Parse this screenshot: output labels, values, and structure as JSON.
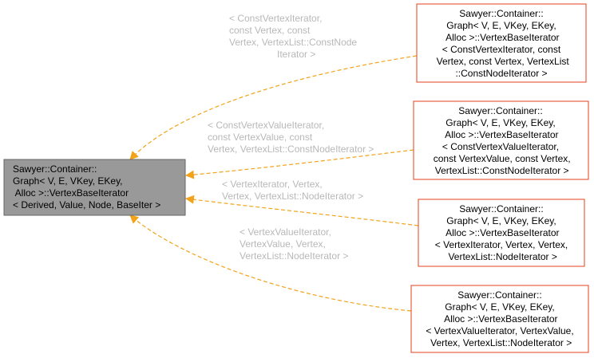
{
  "colors": {
    "base_fill": "#999999",
    "base_stroke": "#666666",
    "child_stroke": "#e5401b",
    "edge": "#f2a31a",
    "label": "#b8b8b8"
  },
  "base_node": {
    "lines": [
      "Sawyer::Container::",
      "Graph< V, E, VKey, EKey,",
      " Alloc >::VertexBaseIterator",
      "< Derived, Value, Node, BaseIter >"
    ]
  },
  "derived_nodes": [
    {
      "lines": [
        "Sawyer::Container::",
        "Graph< V, E, VKey, EKey,",
        " Alloc >::VertexBaseIterator",
        "< ConstVertexIterator, const",
        " Vertex, const Vertex, VertexList",
        "::ConstNodeIterator >"
      ],
      "edge_label": [
        "< ConstVertexIterator,",
        "const Vertex, const",
        "Vertex, VertexList::ConstNode",
        "Iterator >"
      ]
    },
    {
      "lines": [
        "Sawyer::Container::",
        "Graph< V, E, VKey, EKey,",
        " Alloc >::VertexBaseIterator",
        "< ConstVertexValueIterator,",
        " const VertexValue, const Vertex,",
        " VertexList::ConstNodeIterator >"
      ],
      "edge_label": [
        "< ConstVertexValueIterator,",
        "const VertexValue, const",
        "Vertex, VertexList::ConstNodeIterator >"
      ]
    },
    {
      "lines": [
        "Sawyer::Container::",
        "Graph< V, E, VKey, EKey,",
        " Alloc >::VertexBaseIterator",
        "< VertexIterator, Vertex, Vertex,",
        " VertexList::NodeIterator >"
      ],
      "edge_label": [
        "< VertexIterator, Vertex,",
        "Vertex, VertexList::NodeIterator >"
      ]
    },
    {
      "lines": [
        "Sawyer::Container::",
        "Graph< V, E, VKey, EKey,",
        " Alloc >::VertexBaseIterator",
        "< VertexValueIterator, VertexValue,",
        " Vertex, VertexList::NodeIterator >"
      ],
      "edge_label": [
        "< VertexValueIterator,",
        "VertexValue, Vertex,",
        "VertexList::NodeIterator >"
      ]
    }
  ]
}
